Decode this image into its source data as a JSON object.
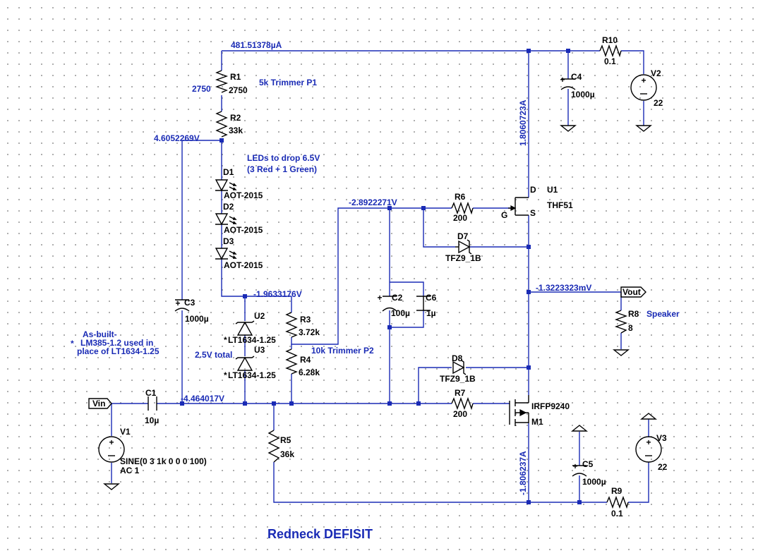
{
  "title": "Redneck DEFISIT",
  "colors": {
    "wire": "#1a2bb5",
    "symbol": "#000000",
    "text": "#1a2bb5",
    "background": "#ffffff"
  },
  "probes": {
    "i_top": "481.51378µA",
    "v_div": "4.6052269V",
    "v_led": "-1.9633176V",
    "v_gate": "-2.8922271V",
    "v_out": "-1.3223323mV",
    "v_in": "-4.464017V",
    "i_u1": "1.8060723A",
    "i_m1": "-1.806237A"
  },
  "notes": {
    "trim1": "5k Trimmer P1",
    "led_line1": "LEDs to drop 6.5V",
    "led_line2": "(3 Red + 1 Green)",
    "trim2": "10k Trimmer P2",
    "total": "2.5V total",
    "asbuilt1": "As-built-",
    "asbuilt2": "LM385-1.2 used in",
    "asbuilt3": "place of LT1634-1.25",
    "speaker": "Speaker"
  },
  "ports": {
    "vin": "Vin",
    "vout": "Vout"
  },
  "components": {
    "R1": {
      "name": "R1",
      "value": "2750",
      "side_value": "2750"
    },
    "R2": {
      "name": "R2",
      "value": "33k"
    },
    "R3": {
      "name": "R3",
      "value": "3.72k"
    },
    "R4": {
      "name": "R4",
      "value": "6.28k"
    },
    "R5": {
      "name": "R5",
      "value": "36k"
    },
    "R6": {
      "name": "R6",
      "value": "200"
    },
    "R7": {
      "name": "R7",
      "value": "200"
    },
    "R8": {
      "name": "R8",
      "value": "8"
    },
    "R9": {
      "name": "R9",
      "value": "0.1"
    },
    "R10": {
      "name": "R10",
      "value": "0.1"
    },
    "C1": {
      "name": "C1",
      "value": "10µ"
    },
    "C2": {
      "name": "C2",
      "value": "100µ"
    },
    "C3": {
      "name": "C3",
      "value": "1000µ"
    },
    "C4": {
      "name": "C4",
      "value": "1000µ"
    },
    "C5": {
      "name": "C5",
      "value": "1000µ"
    },
    "C6": {
      "name": "C6",
      "value": "1µ"
    },
    "D1": {
      "name": "D1",
      "value": "AOT-2015"
    },
    "D2": {
      "name": "D2",
      "value": "AOT-2015"
    },
    "D3": {
      "name": "D3",
      "value": "AOT-2015"
    },
    "D7": {
      "name": "D7",
      "value": "TFZ9_1B"
    },
    "D8": {
      "name": "D8",
      "value": "TFZ9_1B"
    },
    "U1": {
      "name": "U1",
      "value": "THF51",
      "pin_d": "D",
      "pin_g": "G",
      "pin_s": "S"
    },
    "U2": {
      "name": "U2",
      "value": "LT1634-1.25"
    },
    "U3": {
      "name": "U3",
      "value": "LT1634-1.25"
    },
    "M1": {
      "name": "M1",
      "value": "IRFP9240"
    },
    "V1": {
      "name": "V1",
      "value1": "SINE(0 3 1k 0 0 0 100)",
      "value2": "AC 1"
    },
    "V2": {
      "name": "V2",
      "value": "22"
    },
    "V3": {
      "name": "V3",
      "value": "22"
    }
  },
  "marks": {
    "asterisk": "*"
  }
}
